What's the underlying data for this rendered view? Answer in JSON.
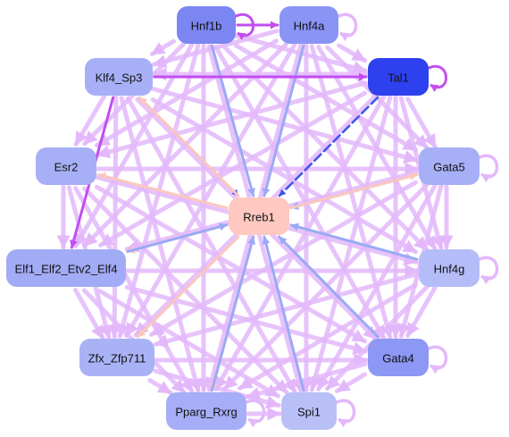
{
  "network": {
    "nodes": [
      {
        "id": "hnf1b",
        "label": "Hnf1b",
        "color": "#7b86f3"
      },
      {
        "id": "hnf4a",
        "label": "Hnf4a",
        "color": "#8a94f4"
      },
      {
        "id": "tal1",
        "label": "Tal1",
        "color": "#2e41ee",
        "text_color": "#ffffff"
      },
      {
        "id": "klf4",
        "label": "Klf4_Sp3",
        "color": "#a7b0f6"
      },
      {
        "id": "esr2",
        "label": "Esr2",
        "color": "#a7b0f6"
      },
      {
        "id": "gata5",
        "label": "Gata5",
        "color": "#a7b0f6"
      },
      {
        "id": "rreb1",
        "label": "Rreb1",
        "color": "#ffc8c0"
      },
      {
        "id": "elf",
        "label": "Elf1_Elf2_Etv2_Elf4",
        "color": "#a2abf5"
      },
      {
        "id": "hnf4g",
        "label": "Hnf4g",
        "color": "#b5bdf8"
      },
      {
        "id": "zfx",
        "label": "Zfx_Zfp711",
        "color": "#aab2f6"
      },
      {
        "id": "gata4",
        "label": "Gata4",
        "color": "#8d97f4"
      },
      {
        "id": "pparg",
        "label": "Pparg_Rxrg",
        "color": "#a5aef6"
      },
      {
        "id": "spi1",
        "label": "Spi1",
        "color": "#b9c0f8"
      }
    ],
    "edge_colors": {
      "background": "#e3b8fa",
      "strong_magenta": "#c24ef0",
      "blue": "#3a55ee",
      "light_blue": "#9aaaf4",
      "peach": "#fbc7bd"
    },
    "edges": [
      {
        "from": "hnf1b",
        "to": "rreb1",
        "style": "light_blue"
      },
      {
        "from": "hnf4a",
        "to": "rreb1",
        "style": "light_blue"
      },
      {
        "from": "tal1",
        "to": "rreb1",
        "style": "blue",
        "dashed": true
      },
      {
        "from": "klf4",
        "to": "rreb1",
        "style": "blue"
      },
      {
        "from": "gata5",
        "to": "rreb1",
        "style": "light_blue"
      },
      {
        "from": "hnf4g",
        "to": "rreb1",
        "style": "light_blue"
      },
      {
        "from": "gata4",
        "to": "rreb1",
        "style": "light_blue"
      },
      {
        "from": "spi1",
        "to": "rreb1",
        "style": "light_blue"
      },
      {
        "from": "rreb1",
        "to": "esr2",
        "style": "peach"
      },
      {
        "from": "rreb1",
        "to": "elf",
        "style": "peach"
      },
      {
        "from": "rreb1",
        "to": "zfx",
        "style": "peach"
      },
      {
        "from": "rreb1",
        "to": "pparg",
        "style": "peach"
      },
      {
        "from": "rreb1",
        "to": "klf4",
        "style": "peach"
      },
      {
        "from": "rreb1",
        "to": "gata5",
        "style": "peach"
      },
      {
        "from": "elf",
        "to": "rreb1",
        "style": "light_blue"
      },
      {
        "from": "pparg",
        "to": "rreb1",
        "style": "light_blue"
      },
      {
        "from": "hnf1b",
        "to": "hnf4a",
        "style": "strong_magenta"
      },
      {
        "from": "klf4",
        "to": "tal1",
        "style": "strong_magenta"
      },
      {
        "from": "klf4",
        "to": "elf",
        "style": "strong_magenta"
      },
      {
        "from": "hnf1b",
        "to": "esr2",
        "style": "background"
      },
      {
        "from": "hnf1b",
        "to": "gata5",
        "style": "background"
      },
      {
        "from": "hnf1b",
        "to": "elf",
        "style": "background"
      },
      {
        "from": "hnf1b",
        "to": "hnf4g",
        "style": "background"
      },
      {
        "from": "hnf1b",
        "to": "zfx",
        "style": "background"
      },
      {
        "from": "hnf1b",
        "to": "gata4",
        "style": "background"
      },
      {
        "from": "hnf1b",
        "to": "pparg",
        "style": "background"
      },
      {
        "from": "hnf1b",
        "to": "spi1",
        "style": "background"
      },
      {
        "from": "hnf1b",
        "to": "tal1",
        "style": "background"
      },
      {
        "from": "hnf1b",
        "to": "klf4",
        "style": "background"
      },
      {
        "from": "hnf4a",
        "to": "klf4",
        "style": "background"
      },
      {
        "from": "hnf4a",
        "to": "tal1",
        "style": "background"
      },
      {
        "from": "hnf4a",
        "to": "esr2",
        "style": "background"
      },
      {
        "from": "hnf4a",
        "to": "gata5",
        "style": "background"
      },
      {
        "from": "hnf4a",
        "to": "elf",
        "style": "background"
      },
      {
        "from": "hnf4a",
        "to": "hnf4g",
        "style": "background"
      },
      {
        "from": "hnf4a",
        "to": "zfx",
        "style": "background"
      },
      {
        "from": "hnf4a",
        "to": "gata4",
        "style": "background"
      },
      {
        "from": "hnf4a",
        "to": "pparg",
        "style": "background"
      },
      {
        "from": "hnf4a",
        "to": "spi1",
        "style": "background"
      },
      {
        "from": "tal1",
        "to": "klf4",
        "style": "background"
      },
      {
        "from": "tal1",
        "to": "esr2",
        "style": "background"
      },
      {
        "from": "tal1",
        "to": "gata5",
        "style": "background"
      },
      {
        "from": "tal1",
        "to": "elf",
        "style": "background"
      },
      {
        "from": "tal1",
        "to": "hnf4g",
        "style": "background"
      },
      {
        "from": "tal1",
        "to": "zfx",
        "style": "background"
      },
      {
        "from": "tal1",
        "to": "gata4",
        "style": "background"
      },
      {
        "from": "tal1",
        "to": "pparg",
        "style": "background"
      },
      {
        "from": "tal1",
        "to": "spi1",
        "style": "background"
      },
      {
        "from": "klf4",
        "to": "esr2",
        "style": "background"
      },
      {
        "from": "klf4",
        "to": "gata5",
        "style": "background"
      },
      {
        "from": "klf4",
        "to": "hnf4g",
        "style": "background"
      },
      {
        "from": "klf4",
        "to": "zfx",
        "style": "background"
      },
      {
        "from": "klf4",
        "to": "gata4",
        "style": "background"
      },
      {
        "from": "klf4",
        "to": "pparg",
        "style": "background"
      },
      {
        "from": "klf4",
        "to": "spi1",
        "style": "background"
      },
      {
        "from": "esr2",
        "to": "gata5",
        "style": "background"
      },
      {
        "from": "esr2",
        "to": "elf",
        "style": "background"
      },
      {
        "from": "esr2",
        "to": "hnf4g",
        "style": "background"
      },
      {
        "from": "esr2",
        "to": "zfx",
        "style": "background"
      },
      {
        "from": "esr2",
        "to": "gata4",
        "style": "background"
      },
      {
        "from": "esr2",
        "to": "pparg",
        "style": "background"
      },
      {
        "from": "esr2",
        "to": "spi1",
        "style": "background"
      },
      {
        "from": "gata5",
        "to": "elf",
        "style": "background"
      },
      {
        "from": "gata5",
        "to": "hnf4g",
        "style": "background"
      },
      {
        "from": "gata5",
        "to": "zfx",
        "style": "background"
      },
      {
        "from": "gata5",
        "to": "gata4",
        "style": "background"
      },
      {
        "from": "gata5",
        "to": "pparg",
        "style": "background"
      },
      {
        "from": "gata5",
        "to": "spi1",
        "style": "background"
      },
      {
        "from": "elf",
        "to": "hnf4g",
        "style": "background"
      },
      {
        "from": "elf",
        "to": "zfx",
        "style": "background"
      },
      {
        "from": "elf",
        "to": "gata4",
        "style": "background"
      },
      {
        "from": "elf",
        "to": "pparg",
        "style": "background"
      },
      {
        "from": "elf",
        "to": "spi1",
        "style": "background"
      },
      {
        "from": "hnf4g",
        "to": "zfx",
        "style": "background"
      },
      {
        "from": "hnf4g",
        "to": "gata4",
        "style": "background"
      },
      {
        "from": "hnf4g",
        "to": "pparg",
        "style": "background"
      },
      {
        "from": "hnf4g",
        "to": "spi1",
        "style": "background"
      },
      {
        "from": "zfx",
        "to": "gata4",
        "style": "background"
      },
      {
        "from": "zfx",
        "to": "pparg",
        "style": "background"
      },
      {
        "from": "zfx",
        "to": "spi1",
        "style": "background"
      },
      {
        "from": "gata4",
        "to": "pparg",
        "style": "background"
      },
      {
        "from": "gata4",
        "to": "spi1",
        "style": "background"
      },
      {
        "from": "pparg",
        "to": "spi1",
        "style": "background"
      }
    ],
    "self_loops": [
      {
        "node": "hnf1b",
        "style": "strong_magenta"
      },
      {
        "node": "hnf4a",
        "style": "background"
      },
      {
        "node": "tal1",
        "style": "strong_magenta"
      },
      {
        "node": "gata5",
        "style": "background"
      },
      {
        "node": "hnf4g",
        "style": "background"
      },
      {
        "node": "gata4",
        "style": "background"
      },
      {
        "node": "spi1",
        "style": "background"
      },
      {
        "node": "pparg",
        "style": "background"
      }
    ]
  }
}
